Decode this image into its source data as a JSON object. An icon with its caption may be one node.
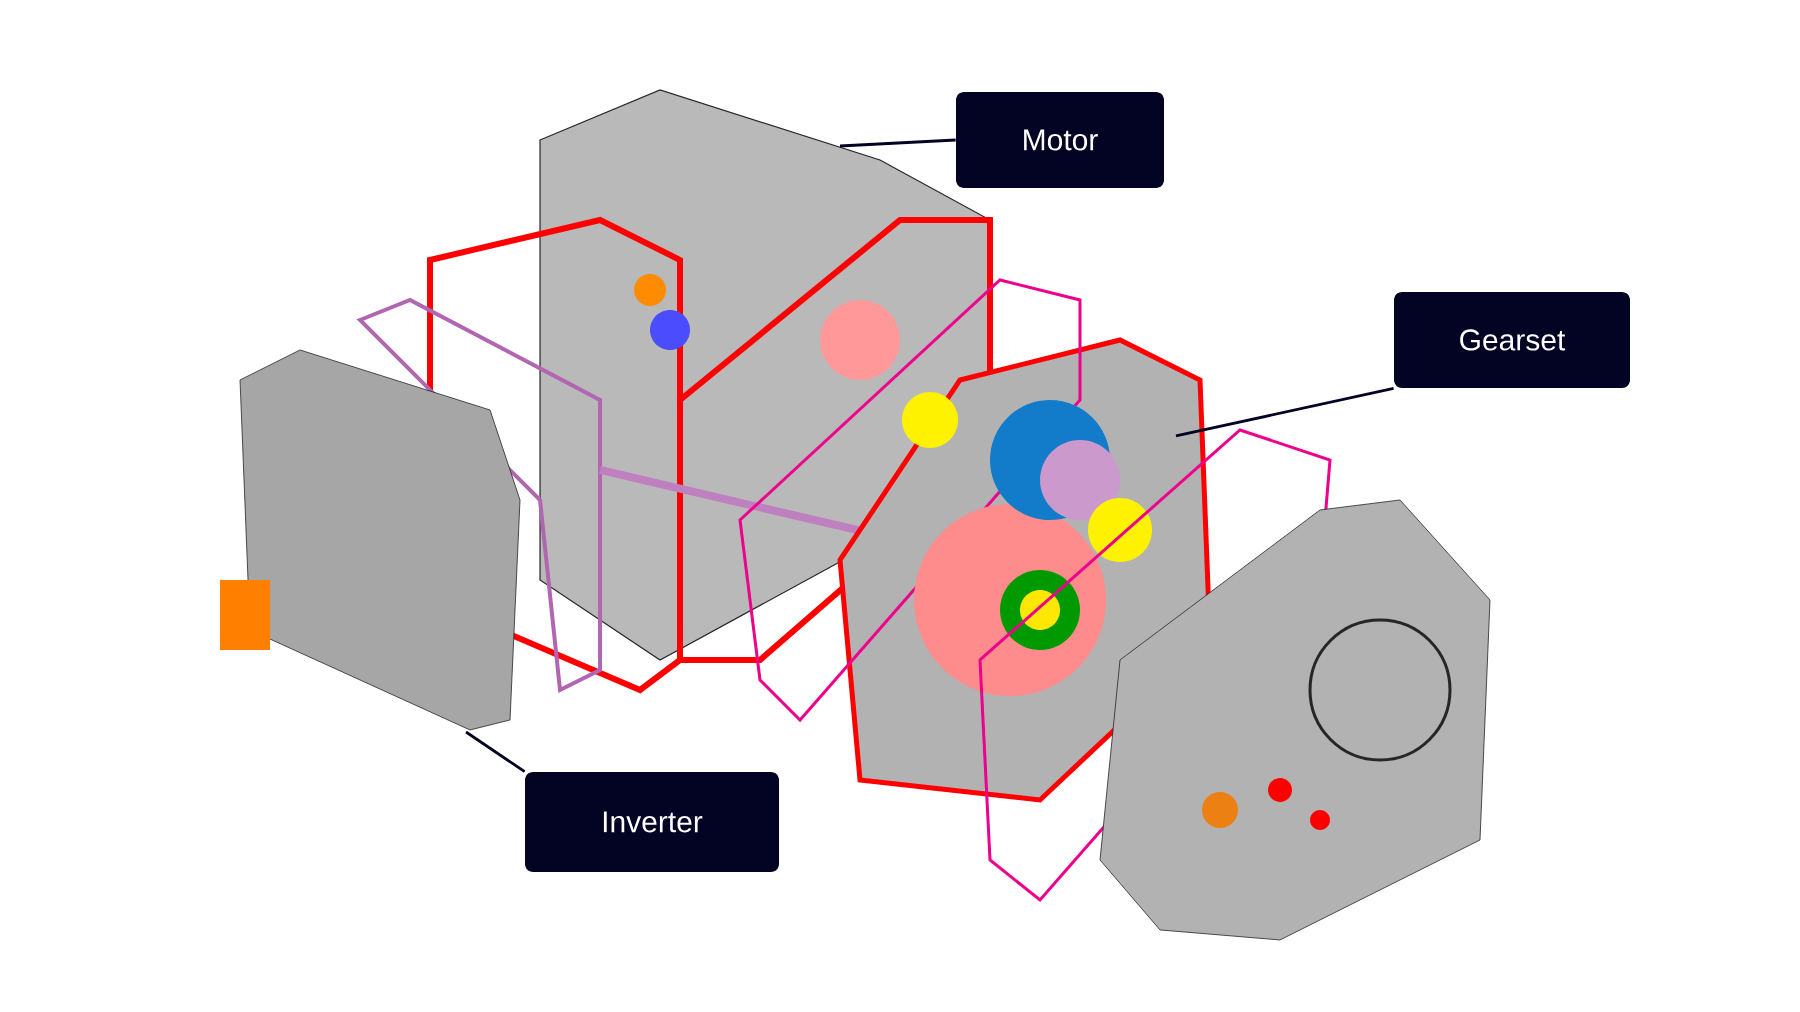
{
  "diagram": {
    "nodes": [
      {
        "text": [
          "Motor"
        ]
      },
      {
        "text": [
          "Gearset"
        ]
      },
      {
        "text": [
          "Inverter"
        ]
      }
    ],
    "edges": [
      {
        "from": 0,
        "to": null,
        "arrow": "none"
      },
      {
        "from": 1,
        "to": null,
        "arrow": "none"
      },
      {
        "from": 2,
        "to": null,
        "arrow": "none"
      }
    ]
  }
}
